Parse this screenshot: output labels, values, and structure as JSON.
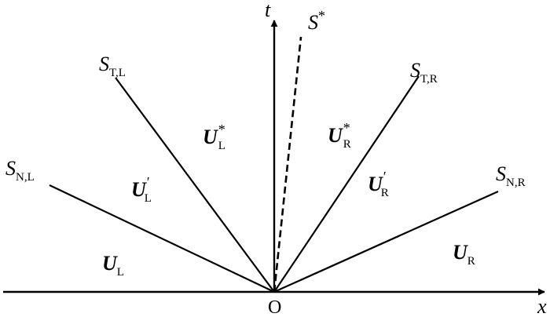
{
  "axes": {
    "t_label": "t",
    "x_label": "x",
    "origin_label": "O"
  },
  "waves": {
    "contact": {
      "base": "S",
      "sup": "*"
    },
    "left_tangential": {
      "base": "S",
      "sub": "T,L"
    },
    "right_tangential": {
      "base": "S",
      "sub": "T,R"
    },
    "left_normal": {
      "base": "S",
      "sub": "N,L"
    },
    "right_normal": {
      "base": "S",
      "sub": "N,R"
    }
  },
  "states": {
    "left": {
      "base": "U",
      "sub": "L"
    },
    "left_prime": {
      "base": "U",
      "sub": "L",
      "sup": "′"
    },
    "left_star": {
      "base": "U",
      "sub": "L",
      "sup": "*"
    },
    "right": {
      "base": "U",
      "sub": "R"
    },
    "right_prime": {
      "base": "U",
      "sub": "R",
      "sup": "′"
    },
    "right_star": {
      "base": "U",
      "sub": "R",
      "sup": "*"
    }
  }
}
